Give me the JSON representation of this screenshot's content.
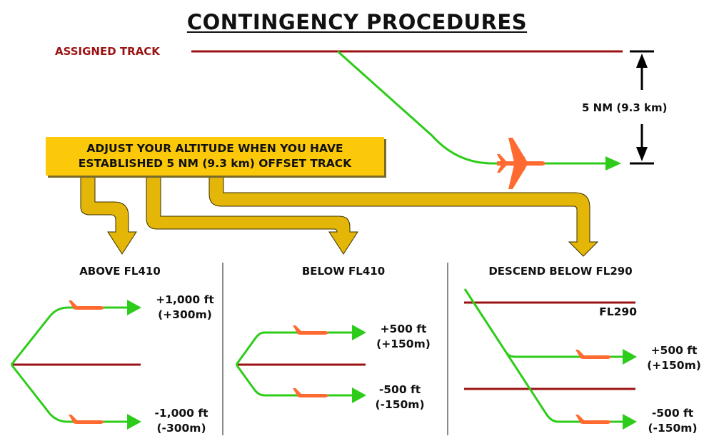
{
  "title": "CONTINGENCY PROCEDURES",
  "assigned_track_label": "ASSIGNED TRACK",
  "offset_distance_label": "5 NM (9.3 km)",
  "instruction": {
    "line1": "ADJUST YOUR ALTITUDE WHEN YOU HAVE",
    "line2": "ESTABLISHED 5 NM (9.3 km) OFFSET TRACK"
  },
  "panels": [
    {
      "heading": "ABOVE FL410",
      "upper": {
        "ft": "+1,000 ft",
        "m": "(+300m)"
      },
      "lower": {
        "ft": "-1,000 ft",
        "m": "(-300m)"
      }
    },
    {
      "heading": "BELOW FL410",
      "upper": {
        "ft": "+500 ft",
        "m": "(+150m)"
      },
      "lower": {
        "ft": "-500 ft",
        "m": "(-150m)"
      }
    },
    {
      "heading": "DESCEND BELOW FL290",
      "level_label": "FL290",
      "upper": {
        "ft": "+500 ft",
        "m": "(+150m)"
      },
      "lower": {
        "ft": "-500 ft",
        "m": "(-150m)"
      }
    }
  ],
  "colors": {
    "track": "#9b1212",
    "path": "#2ecc1a",
    "aircraft": "#ff6a30",
    "arrow_fill": "#e3b608",
    "box_fill": "#fcc90a",
    "divider": "#8a8a8a"
  }
}
